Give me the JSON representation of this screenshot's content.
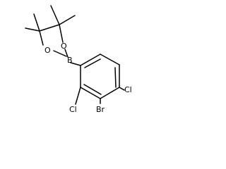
{
  "molecule": {
    "type": "skeletal-structure",
    "atoms": {
      "boron": "B",
      "oxygen_1": "O",
      "oxygen_2": "O",
      "bromine": "Br",
      "chlorine_1": "Cl",
      "chlorine_2": "Cl"
    },
    "colors": {
      "bond": "#000000",
      "label": "#000000",
      "background": "#ffffff"
    }
  }
}
